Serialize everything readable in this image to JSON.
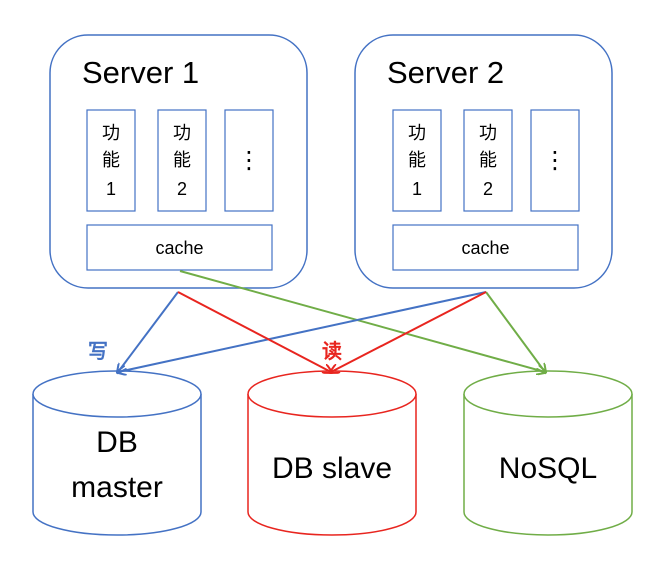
{
  "servers": [
    {
      "title": "Server 1",
      "modules": [
        {
          "line1": "功",
          "line2": "能",
          "line3": "1"
        },
        {
          "line1": "功",
          "line2": "能",
          "line3": "2"
        },
        {
          "line1": "⋮"
        }
      ],
      "cache_label": "cache"
    },
    {
      "title": "Server 2",
      "modules": [
        {
          "line1": "功",
          "line2": "能",
          "line3": "1"
        },
        {
          "line1": "功",
          "line2": "能",
          "line3": "2"
        },
        {
          "line1": "⋮"
        }
      ],
      "cache_label": "cache"
    }
  ],
  "databases": [
    {
      "line1": "DB",
      "line2": "master",
      "color": "#4472c4"
    },
    {
      "line1": "DB slave",
      "color": "#e8251f"
    },
    {
      "line1": "NoSQL",
      "color": "#70ad47"
    }
  ],
  "labels": {
    "write": "写",
    "read": "读"
  },
  "colors": {
    "server_border": "#4472c4",
    "write": "#4472c4",
    "read": "#e8251f",
    "nosql": "#70ad47",
    "text": "#000000"
  }
}
